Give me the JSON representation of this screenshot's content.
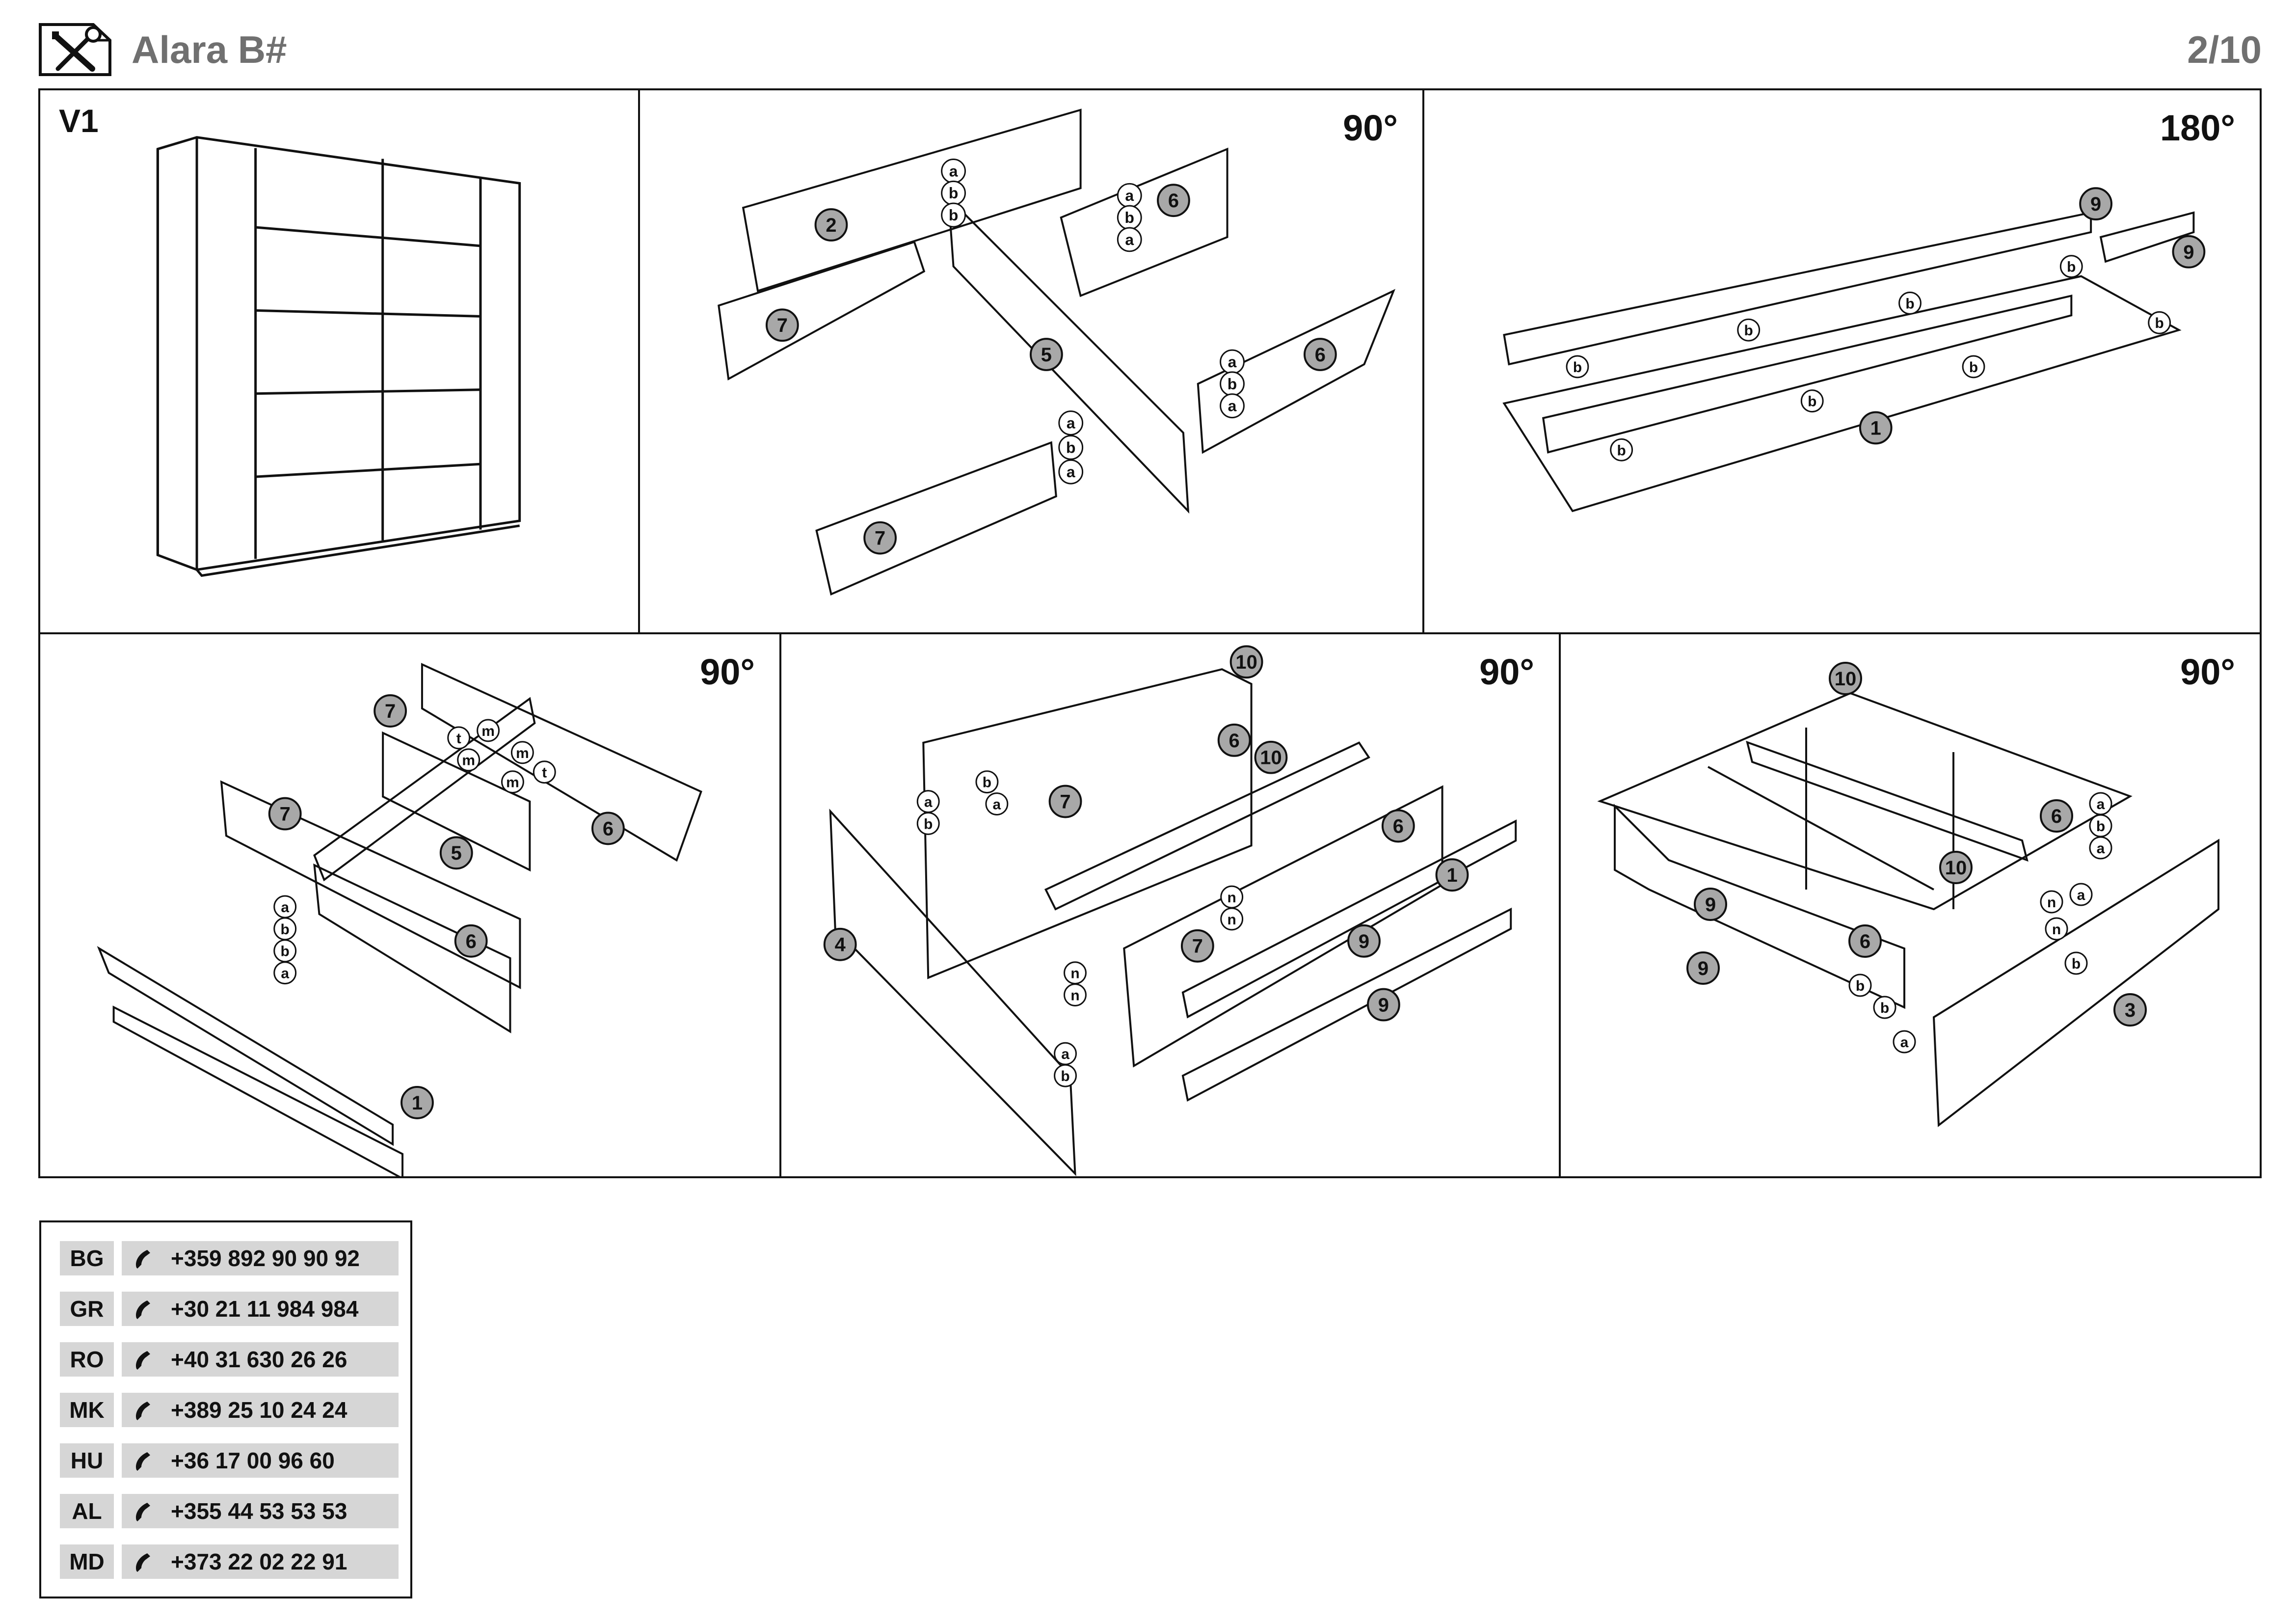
{
  "header": {
    "logo_icon": "tools-icon",
    "product_name": "Alara B#",
    "page_number": "2/10"
  },
  "panels": [
    {
      "id": "V1",
      "rotation": ""
    },
    {
      "id": "",
      "rotation": "90°",
      "parts": [
        "2",
        "7",
        "5",
        "6",
        "6",
        "7"
      ],
      "fittings": [
        "a",
        "b",
        "b",
        "a"
      ]
    },
    {
      "id": "",
      "rotation": "180°",
      "parts": [
        "9",
        "9",
        "1"
      ],
      "fittings": [
        "b"
      ]
    },
    {
      "id": "",
      "rotation": "90°",
      "parts": [
        "7",
        "7",
        "5",
        "6",
        "6",
        "1"
      ],
      "fittings": [
        "t",
        "m",
        "m",
        "m",
        "t",
        "m",
        "a",
        "b",
        "b",
        "a"
      ]
    },
    {
      "id": "",
      "rotation": "90°",
      "parts": [
        "10",
        "6",
        "7",
        "10",
        "6",
        "1",
        "4",
        "7",
        "9",
        "9"
      ],
      "fittings": [
        "a",
        "b",
        "n"
      ]
    },
    {
      "id": "",
      "rotation": "90°",
      "parts": [
        "10",
        "6",
        "10",
        "9",
        "6",
        "9",
        "3"
      ],
      "fittings": [
        "a",
        "b",
        "n"
      ]
    }
  ],
  "contacts": [
    {
      "country": "BG",
      "phone": "+359 892 90 90 92"
    },
    {
      "country": "GR",
      "phone": "+30 21 11 984 984"
    },
    {
      "country": "RO",
      "phone": "+40 31 630 26 26"
    },
    {
      "country": "MK",
      "phone": "+389 25 10 24 24"
    },
    {
      "country": "HU",
      "phone": "+36 17 00 96 60"
    },
    {
      "country": "AL",
      "phone": "+355 44 53 53 53"
    },
    {
      "country": "MD",
      "phone": "+373 22 02 22 91"
    }
  ],
  "colors": {
    "line": "#111111",
    "part_badge": "#a8a8a8",
    "contact_bg": "#d6d6d6",
    "header_text": "#707070"
  }
}
